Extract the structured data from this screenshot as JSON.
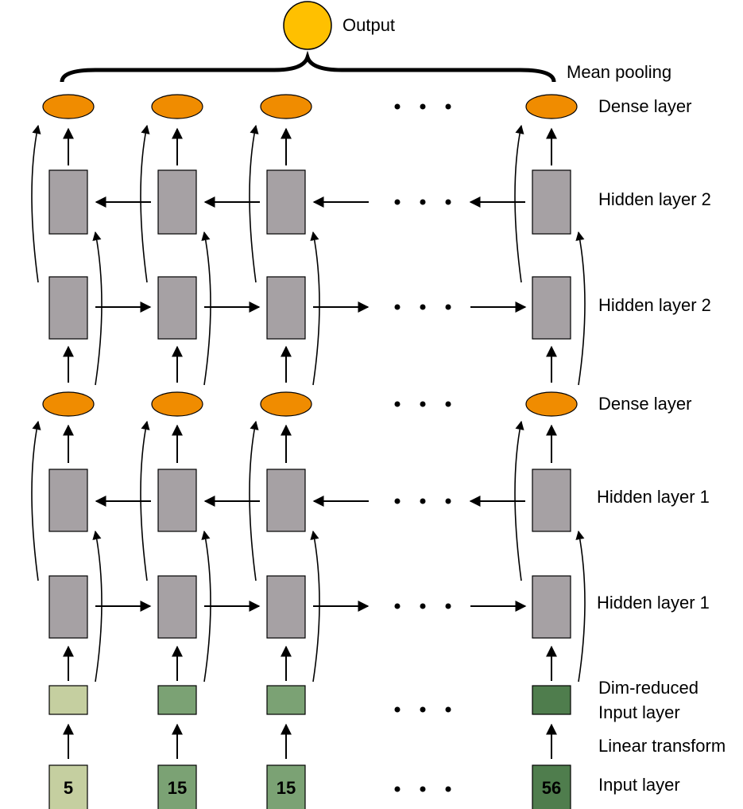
{
  "output_label": "Output",
  "pooling_label": "Mean pooling",
  "layer_labels": {
    "dense_top": "Dense layer",
    "hidden2_backward": "Hidden layer 2",
    "hidden2_forward": "Hidden layer 2",
    "dense_mid": "Dense layer",
    "hidden1_backward": "Hidden layer 1",
    "hidden1_forward": "Hidden layer 1",
    "dim_reduced_line1": "Dim-reduced",
    "dim_reduced_line2": "Input layer",
    "linear_transform": "Linear transform",
    "input": "Input layer"
  },
  "input_values": [
    "5",
    "15",
    "15",
    "56"
  ],
  "colors": {
    "output_node": "#ffc000",
    "dense_node": "#f08c00",
    "hidden_cell": "#a6a1a4",
    "input_shades": [
      "#c5cfa0",
      "#7ba274",
      "#7ba274",
      "#4f7d4d"
    ]
  }
}
